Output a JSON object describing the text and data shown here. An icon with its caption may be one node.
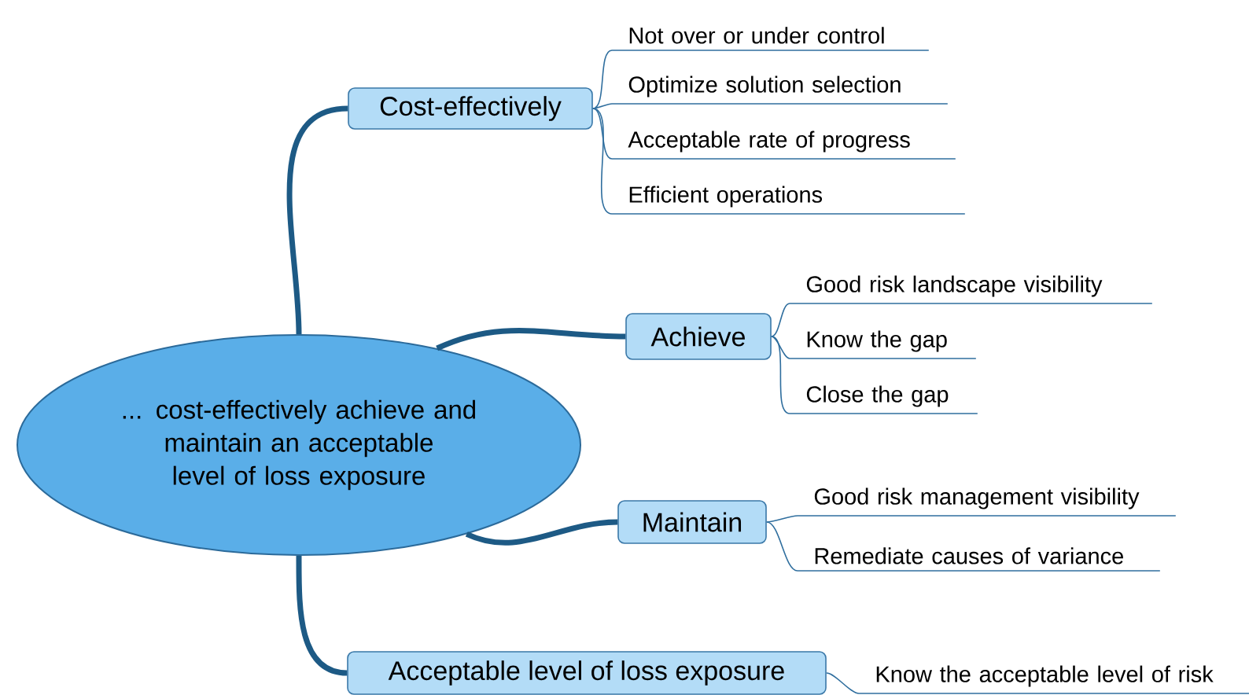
{
  "diagram": {
    "nodes": [
      {
        "text": [
          "... cost-effectively achieve and maintain an acceptable level of loss exposure"
        ]
      },
      {
        "text": [
          "Cost-effectively"
        ]
      },
      {
        "text": [
          "Not over or under control"
        ]
      },
      {
        "text": [
          "Optimize solution selection"
        ]
      },
      {
        "text": [
          "Acceptable rate of progress"
        ]
      },
      {
        "text": [
          "Efficient operations"
        ]
      },
      {
        "text": [
          "Achieve"
        ]
      },
      {
        "text": [
          "Good risk landscape visibility"
        ]
      },
      {
        "text": [
          "Know the gap"
        ]
      },
      {
        "text": [
          "Close the gap"
        ]
      },
      {
        "text": [
          "Maintain"
        ]
      },
      {
        "text": [
          "Good risk management visibility"
        ]
      },
      {
        "text": [
          "Remediate causes of variance"
        ]
      },
      {
        "text": [
          "Acceptable level of loss exposure"
        ]
      },
      {
        "text": [
          "Know the acceptable level of risk"
        ]
      }
    ],
    "edges": [
      {
        "from": 0,
        "to": 1,
        "arrow": "none",
        "style": "thick"
      },
      {
        "from": 1,
        "to": 2,
        "arrow": "none"
      },
      {
        "from": 1,
        "to": 3,
        "arrow": "none"
      },
      {
        "from": 1,
        "to": 4,
        "arrow": "none"
      },
      {
        "from": 1,
        "to": 5,
        "arrow": "none"
      },
      {
        "from": 0,
        "to": 6,
        "arrow": "none",
        "style": "thick"
      },
      {
        "from": 6,
        "to": 7,
        "arrow": "none"
      },
      {
        "from": 6,
        "to": 8,
        "arrow": "none"
      },
      {
        "from": 6,
        "to": 9,
        "arrow": "none"
      },
      {
        "from": 0,
        "to": 10,
        "arrow": "none",
        "style": "thick"
      },
      {
        "from": 10,
        "to": 11,
        "arrow": "none"
      },
      {
        "from": 10,
        "to": 12,
        "arrow": "none"
      },
      {
        "from": 0,
        "to": 13,
        "arrow": "none",
        "style": "thick"
      },
      {
        "from": 13,
        "to": 14,
        "arrow": "none"
      }
    ]
  }
}
